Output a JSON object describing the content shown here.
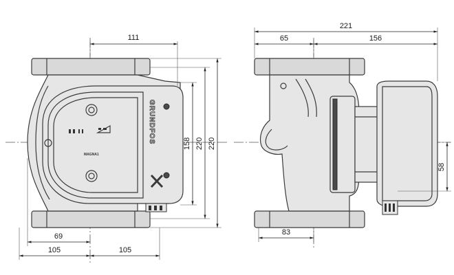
{
  "front_view": {
    "dim_top": "111",
    "dim_bottom_inner": "69",
    "dim_bottom_left": "105",
    "dim_bottom_right": "105",
    "dim_height_inner": "158",
    "dim_height_mid": "220",
    "dim_height_outer": "220",
    "brand_text": "GRUNDFOS",
    "model_text": "MAGNA1"
  },
  "side_view": {
    "dim_top_total": "221",
    "dim_top_left": "65",
    "dim_top_right": "156",
    "dim_bottom": "83",
    "dim_right": "58"
  }
}
